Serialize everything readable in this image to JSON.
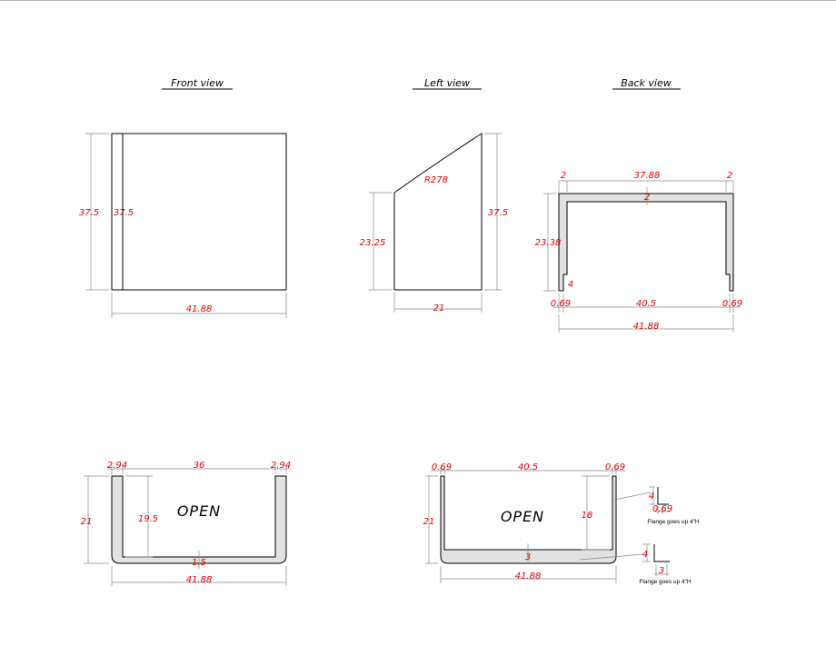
{
  "views": {
    "front": {
      "title": "Front view",
      "height_outer": "37.5",
      "height_inner": "37.5",
      "width": "41.88"
    },
    "left": {
      "title": "Left view",
      "radius": "R278",
      "height_low": "23.25",
      "height_high": "37.5",
      "depth": "21"
    },
    "back": {
      "title": "Back view",
      "flange_left": "2",
      "span_top": "37.88",
      "flange_right": "2",
      "wall": "2",
      "height": "23.38",
      "notch": "4",
      "lip_left": "0.69",
      "inner_width": "40.5",
      "lip_right": "0.69",
      "width": "41.88"
    },
    "section_a": {
      "wall_left": "2.94",
      "inner_width": "36",
      "wall_right": "2.94",
      "height": "21",
      "inner_height": "19.5",
      "label": "OPEN",
      "bottom": "1.5",
      "width": "41.88"
    },
    "section_b": {
      "wall_left": "0.69",
      "inner_width": "40.5",
      "wall_right": "0.69",
      "height": "21",
      "label": "OPEN",
      "inner_height": "18",
      "bottom": "3",
      "width": "41.88",
      "detail_top": {
        "height": "4",
        "thickness": "0.69",
        "note": "Flange goes up 4\"H"
      },
      "detail_bottom": {
        "height": "4",
        "thickness": "3",
        "note": "Flange goes up 4\"H"
      }
    }
  }
}
